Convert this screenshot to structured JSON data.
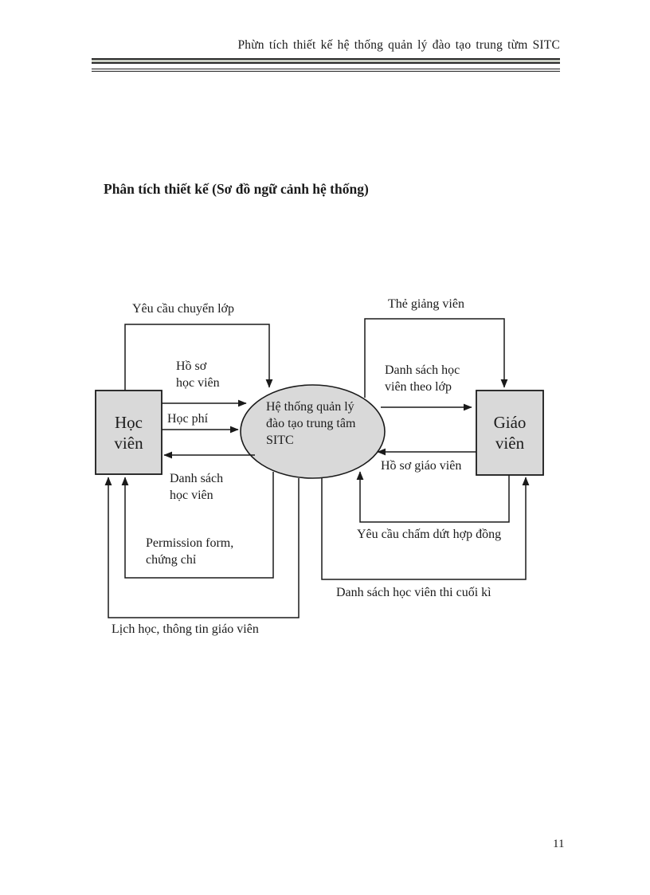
{
  "page": {
    "header_title": "Phừn tích thiết kế hệ thống quản lý đào tạo trung từm SITC",
    "section_title": "Phân tích thiết kế (Sơ đồ ngữ cảnh hệ thống)",
    "page_number": "11"
  },
  "colors": {
    "node_fill": "#d9d9d9",
    "line": "#1a1a1a",
    "text": "#1b1b1b",
    "background": "#ffffff"
  },
  "diagram": {
    "nodes": {
      "student": {
        "line1": "Học",
        "line2": "viên"
      },
      "system": {
        "line1": "Hệ thống quản lý",
        "line2": "đào tạo trung tâm",
        "line3": "SITC"
      },
      "teacher": {
        "line1": "Giáo",
        "line2": "viên"
      }
    },
    "flows": {
      "transfer_request": "Yêu cầu chuyển lớp",
      "student_record": {
        "line1": "Hồ sơ",
        "line2": "học viên"
      },
      "tuition": "Học phí",
      "student_list": {
        "line1": "Danh sách",
        "line2": "học viên"
      },
      "permission_form": {
        "line1": "Permission form,",
        "line2": "chứng chỉ"
      },
      "schedule_info": "Lịch học, thông tin giáo viên",
      "lecturer_card": "Thẻ giảng viên",
      "class_roster": {
        "line1": "Danh sách học",
        "line2": "viên theo lớp"
      },
      "lecturer_record": "Hồ sơ giáo viên",
      "contract_termination": "Yêu cầu chấm dứt hợp đồng",
      "final_exam_list": "Danh sách học viên thi cuối kì"
    }
  }
}
